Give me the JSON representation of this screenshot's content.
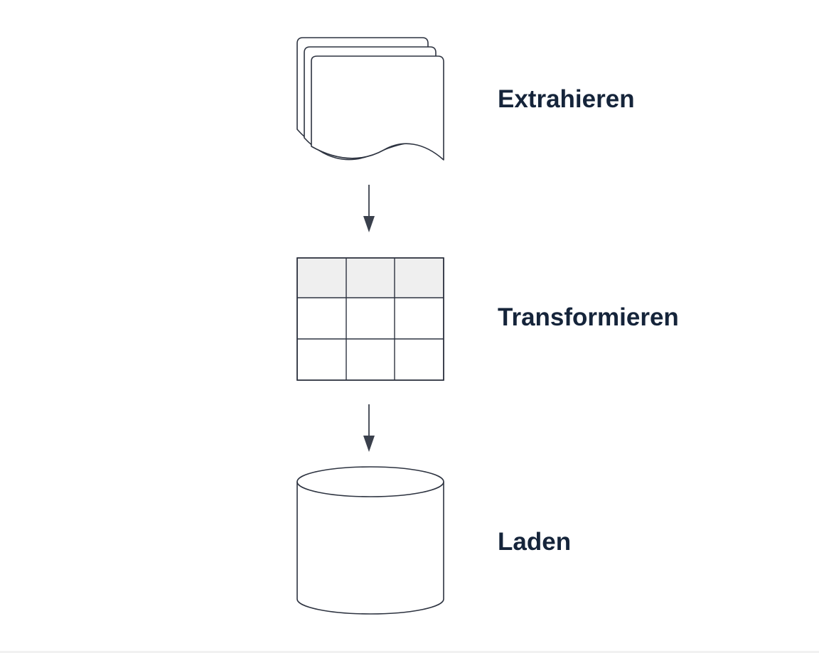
{
  "diagram": {
    "steps": [
      {
        "id": "extract",
        "label": "Extrahieren",
        "icon": "stacked-documents-icon"
      },
      {
        "id": "transform",
        "label": "Transformieren",
        "icon": "table-icon"
      },
      {
        "id": "load",
        "label": "Laden",
        "icon": "database-cylinder-icon"
      }
    ],
    "connectors": [
      {
        "from": "extract",
        "to": "transform"
      },
      {
        "from": "transform",
        "to": "load"
      }
    ],
    "colors": {
      "label_text": "#15243a",
      "stroke": "#2d3340",
      "table_header_fill": "#efefef",
      "background": "#ffffff"
    }
  }
}
